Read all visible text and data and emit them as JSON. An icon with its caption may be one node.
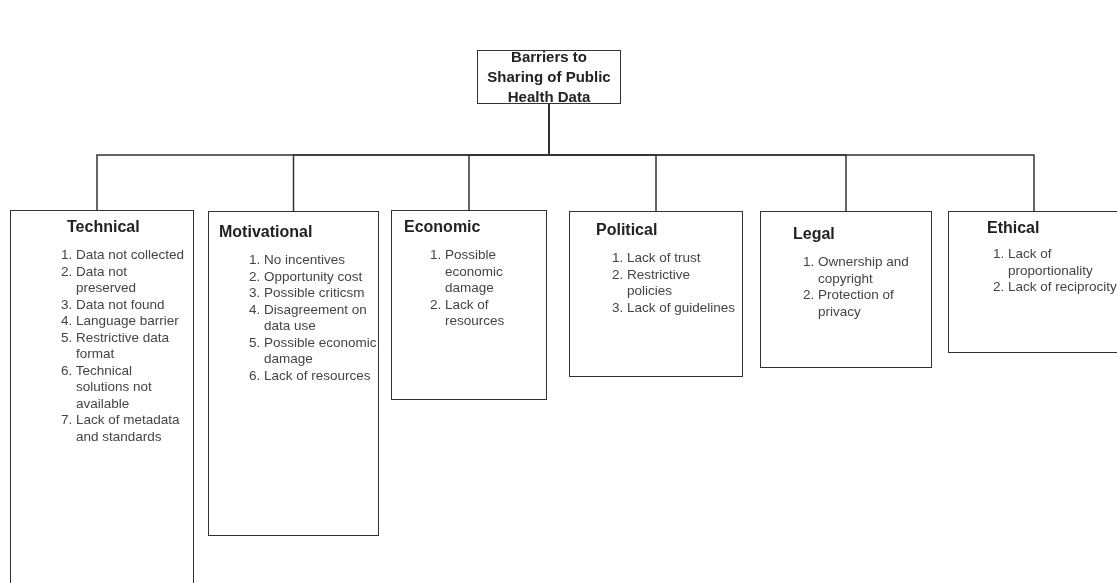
{
  "diagram": {
    "nodes": [
      {
        "text": [
          "Barriers to Sharing of Public Health Data"
        ]
      },
      {
        "text": [
          "Technical",
          "1. Data not collected",
          "2. Data not preserved",
          "3. Data not found",
          "4. Language barrier",
          "5. Restrictive data format",
          "6. Technical solutions not available",
          "7. Lack of metadata and standards"
        ]
      },
      {
        "text": [
          "Motivational",
          "1. No incentives",
          "2. Opportunity cost",
          "3. Possible criticsm",
          "4. Disagreement on data use",
          "5. Possible economic damage",
          "6. Lack of resources"
        ]
      },
      {
        "text": [
          "Economic",
          "1. Possible economic damage",
          "2. Lack of resources"
        ]
      },
      {
        "text": [
          "Political",
          "1. Lack of trust",
          "2. Restrictive policies",
          "3. Lack of guidelines"
        ]
      },
      {
        "text": [
          "Legal",
          "1. Ownership and copyright",
          "2. Protection of privacy"
        ]
      },
      {
        "text": [
          "Ethical",
          "1. Lack of proportionality",
          "2. Lack of reciprocity"
        ]
      }
    ],
    "edges": [
      {
        "from": 0,
        "to": 1,
        "arrow": "none"
      },
      {
        "from": 0,
        "to": 2,
        "arrow": "none"
      },
      {
        "from": 0,
        "to": 3,
        "arrow": "none"
      },
      {
        "from": 0,
        "to": 4,
        "arrow": "none"
      },
      {
        "from": 0,
        "to": 5,
        "arrow": "none"
      },
      {
        "from": 0,
        "to": 6,
        "arrow": "none"
      }
    ]
  }
}
